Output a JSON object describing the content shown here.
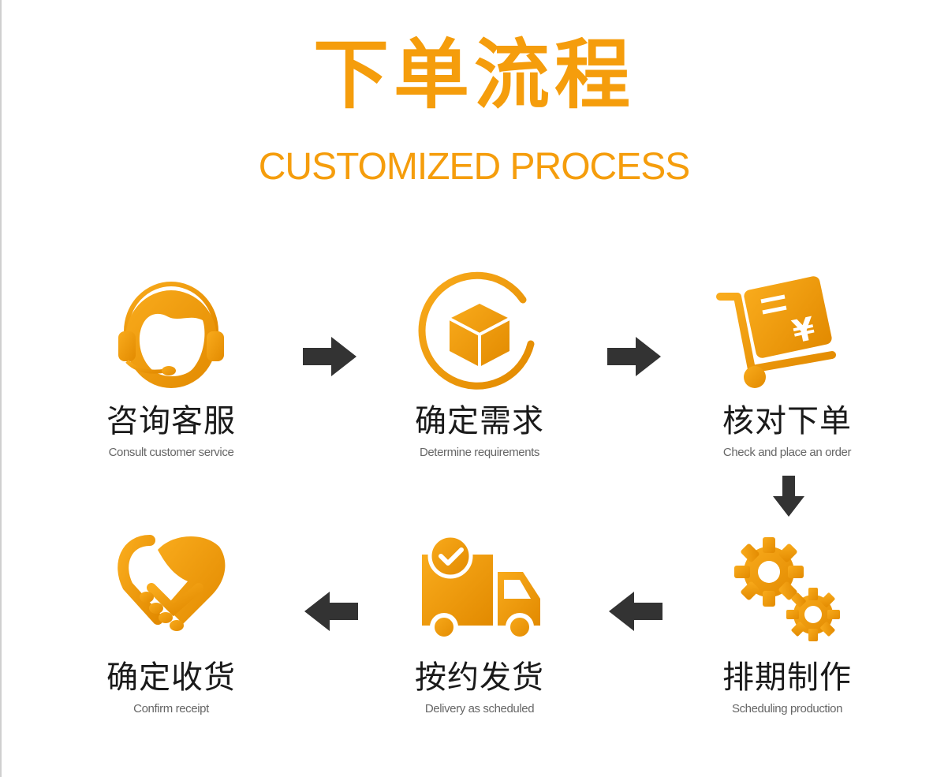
{
  "header": {
    "title_cn": "下单流程",
    "title_en": "CUSTOMIZED PROCESS"
  },
  "colors": {
    "accent_light": "#f8a818",
    "accent_dark": "#e08a00",
    "arrow": "#333333"
  },
  "steps": [
    {
      "cn": "咨询客服",
      "en": "Consult customer service",
      "icon": "headset-agent-icon"
    },
    {
      "cn": "确定需求",
      "en": "Determine requirements",
      "icon": "box-in-circle-icon"
    },
    {
      "cn": "核对下单",
      "en": "Check and place an order",
      "icon": "cart-invoice-icon"
    },
    {
      "cn": "排期制作",
      "en": "Scheduling production",
      "icon": "gears-icon"
    },
    {
      "cn": "按约发货",
      "en": "Delivery as scheduled",
      "icon": "delivery-truck-icon"
    },
    {
      "cn": "确定收货",
      "en": "Confirm receipt",
      "icon": "handshake-heart-icon"
    }
  ],
  "arrows": [
    "arrow-right-icon",
    "arrow-right-icon",
    "arrow-down-icon",
    "arrow-left-icon",
    "arrow-left-icon"
  ]
}
